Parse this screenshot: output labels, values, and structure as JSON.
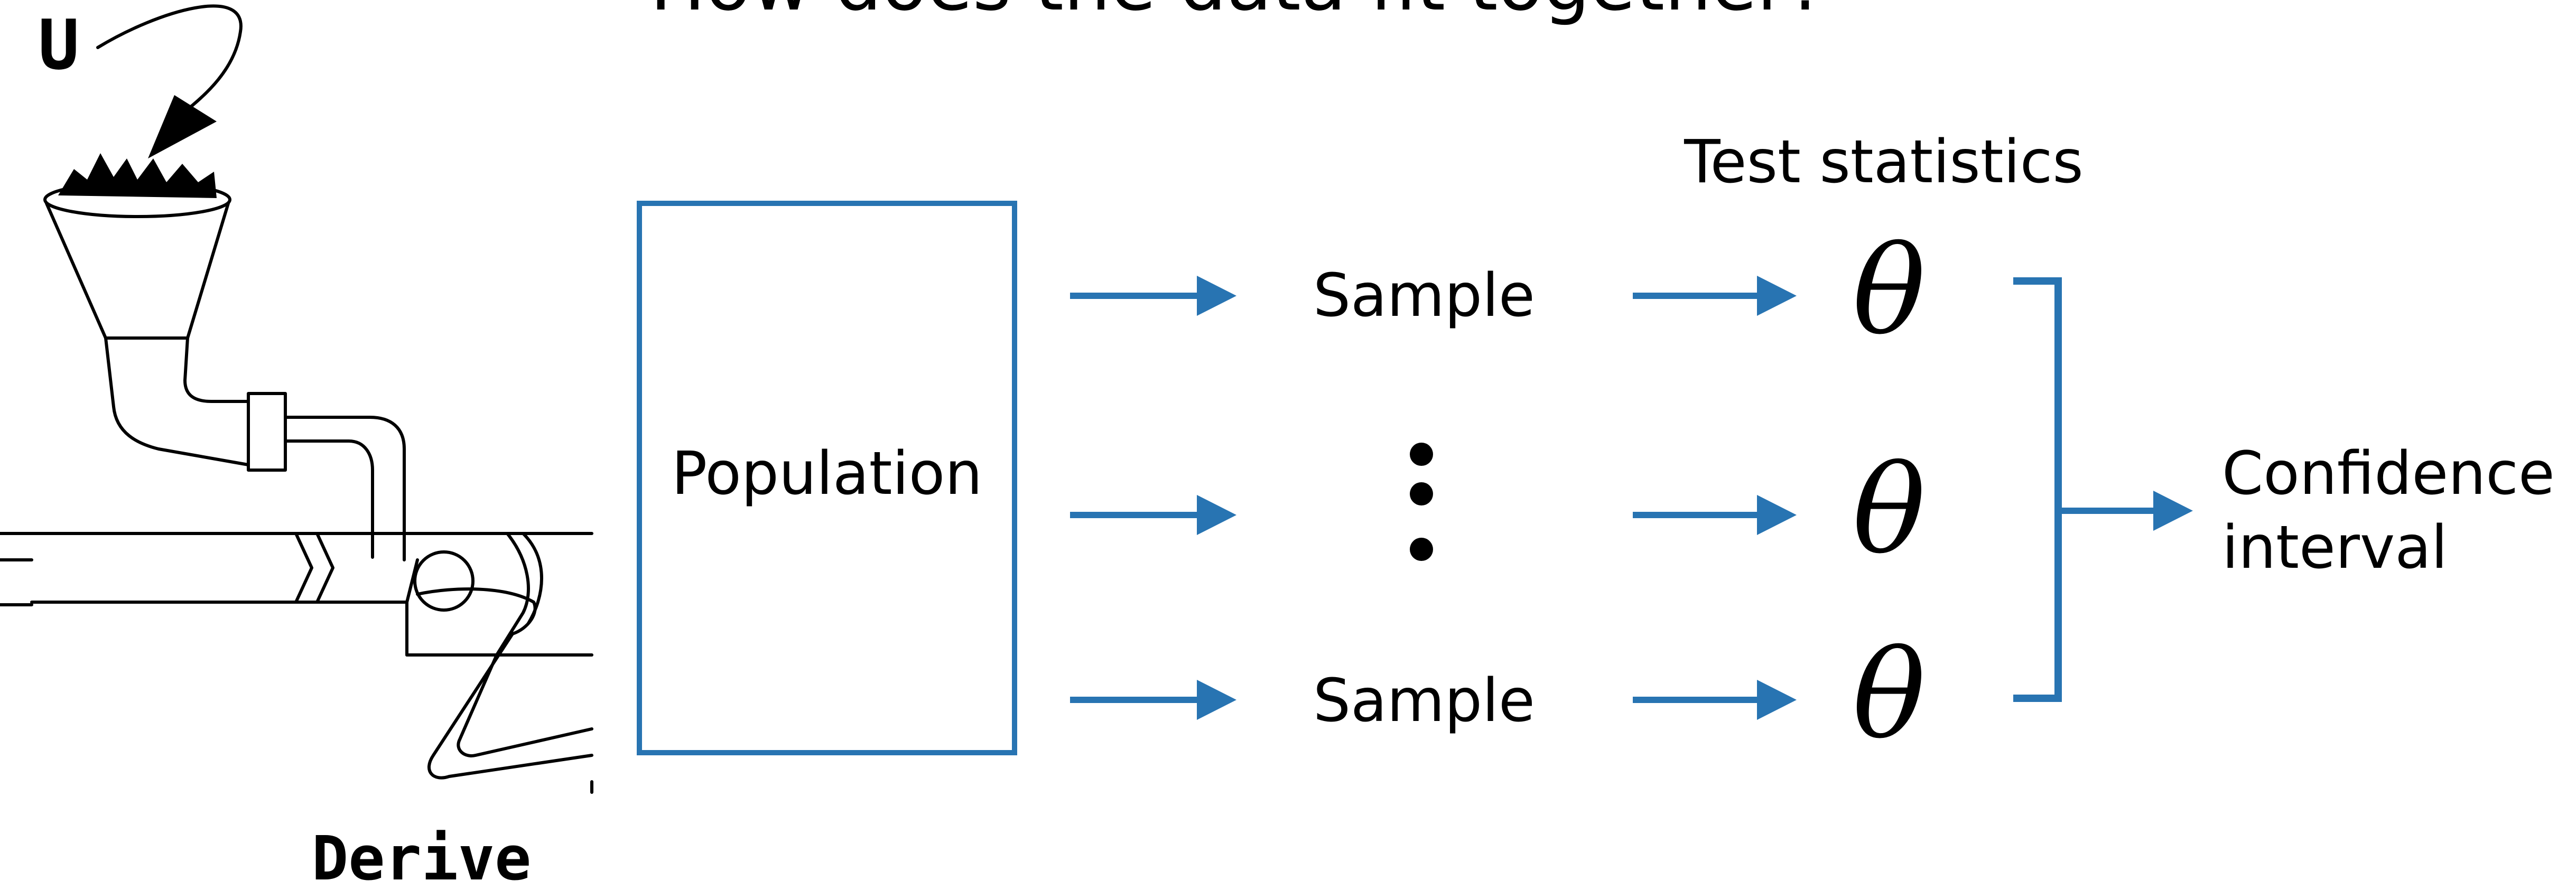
{
  "header": {
    "question": "How does the data fit together?"
  },
  "illustration": {
    "input_letter": "U",
    "caption": "Derive"
  },
  "diagram": {
    "population_label": "Population",
    "stats_header": "Test statistics",
    "samples": [
      {
        "label": "Sample",
        "kind": "text"
      },
      {
        "label": "⋮",
        "kind": "ellipsis"
      },
      {
        "label": "Sample",
        "kind": "text"
      }
    ],
    "statistic_symbol": "θ",
    "result_line1": "Confidence",
    "result_line2": "interval"
  },
  "colors": {
    "accent": "#2874b2",
    "text": "#000000",
    "background": "#ffffff"
  }
}
